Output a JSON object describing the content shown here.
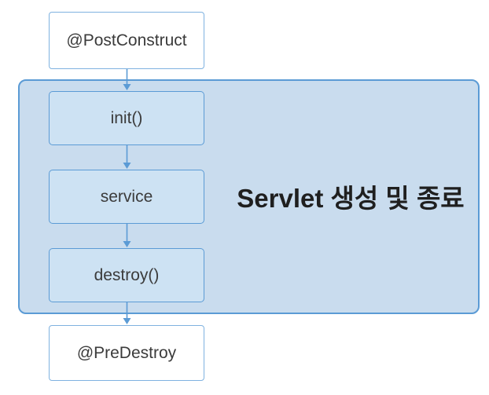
{
  "diagram": {
    "title": "Servlet 생성 및 종료",
    "nodes": [
      {
        "id": "post-construct",
        "label": "@PostConstruct",
        "type": "external"
      },
      {
        "id": "init",
        "label": "init()",
        "type": "internal"
      },
      {
        "id": "service",
        "label": "service",
        "type": "internal"
      },
      {
        "id": "destroy",
        "label": "destroy()",
        "type": "internal"
      },
      {
        "id": "pre-destroy",
        "label": "@PreDestroy",
        "type": "external"
      }
    ],
    "arrows": [
      {
        "from": "post-construct",
        "to": "init"
      },
      {
        "from": "init",
        "to": "service"
      },
      {
        "from": "service",
        "to": "destroy"
      },
      {
        "from": "destroy",
        "to": "pre-destroy"
      }
    ],
    "colors": {
      "accent_border": "#5b9bd5",
      "container_fill": "#c9dcee",
      "node_fill": "#cde2f3",
      "external_border": "#7fb2e0",
      "external_fill": "#ffffff",
      "label_color": "#3b3b3b",
      "title_color": "#1f1f1f",
      "arrow_color": "#5b9bd5"
    }
  }
}
